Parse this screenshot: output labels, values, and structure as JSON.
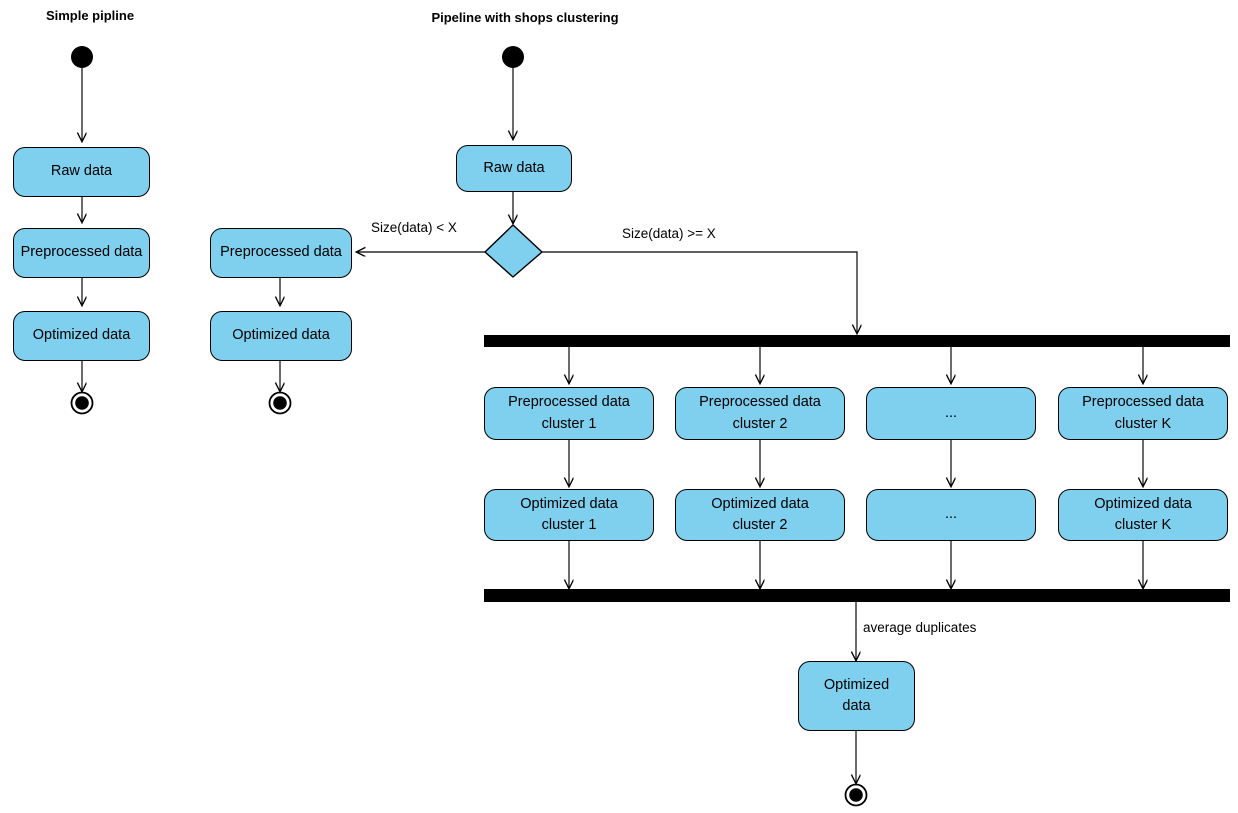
{
  "diagram": {
    "type": "uml-activity-diagram",
    "background_color": "#ffffff",
    "node_fill_color": "#7FCFEE",
    "node_border_color": "#000000",
    "bar_color": "#000000",
    "titles": {
      "left": "Simple pipline",
      "right": "Pipeline with shops clustering"
    },
    "left_pipeline": {
      "nodes": [
        {
          "id": "l-raw",
          "label": "Raw data"
        },
        {
          "id": "l-pre",
          "label": "Preprocessed data"
        },
        {
          "id": "l-opt",
          "label": "Optimized data"
        }
      ],
      "start_node": "initial-node",
      "end_node": "final-node"
    },
    "right_pipeline": {
      "start_node": "initial-node",
      "raw": {
        "id": "r-raw",
        "label": "Raw data"
      },
      "decision": {
        "id": "r-decision",
        "shape": "diamond"
      },
      "guards": {
        "left": "Size(data) < X",
        "right": "Size(data) >= X"
      },
      "small_branch": {
        "nodes": [
          {
            "id": "s-pre",
            "label": "Preprocessed data"
          },
          {
            "id": "s-opt",
            "label": "Optimized data"
          }
        ],
        "end_node": "final-node"
      },
      "fork_bar": "fork-bar",
      "join_bar": "join-bar",
      "cluster_columns": [
        {
          "preprocessed": {
            "line1": "Preprocessed data",
            "line2": "cluster 1"
          },
          "optimized": {
            "line1": "Optimized data",
            "line2": "cluster 1"
          }
        },
        {
          "preprocessed": {
            "line1": "Preprocessed data",
            "line2": "cluster 2"
          },
          "optimized": {
            "line1": "Optimized data",
            "line2": "cluster 2"
          }
        },
        {
          "preprocessed": {
            "line1": "...",
            "line2": ""
          },
          "optimized": {
            "line1": "...",
            "line2": ""
          }
        },
        {
          "preprocessed": {
            "line1": "Preprocessed data",
            "line2": "cluster K"
          },
          "optimized": {
            "line1": "Optimized data",
            "line2": "cluster K"
          }
        }
      ],
      "merge_label": "average duplicates",
      "final": {
        "id": "r-final-opt",
        "line1": "Optimized",
        "line2": "data"
      },
      "end_node": "final-node"
    }
  }
}
